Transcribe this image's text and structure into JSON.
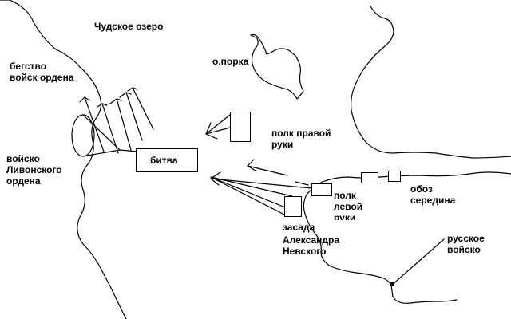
{
  "labels": {
    "lake": "Чудское озеро",
    "order_flight_line1": "бегство",
    "order_flight_line2": "войск ордена",
    "island": "о.порка",
    "livonian_line1": "войско",
    "livonian_line2": "Ливонского",
    "livonian_line3": "ордена",
    "battle": "битва",
    "right_hand_line1": "полк правой",
    "right_hand_line2": "руки",
    "left_hand_line1": "полк",
    "left_hand_line2": "левой",
    "left_hand_line3": "руки",
    "baggage_line1": "обоз",
    "baggage_line2": "середина",
    "ambush_line1": "засада",
    "ambush_line2": "Александра",
    "ambush_line3": "Невского",
    "russian_line1": "русское",
    "russian_line2": "войско"
  },
  "colors": {
    "ink": "#000000",
    "paper": "#ffffff"
  }
}
